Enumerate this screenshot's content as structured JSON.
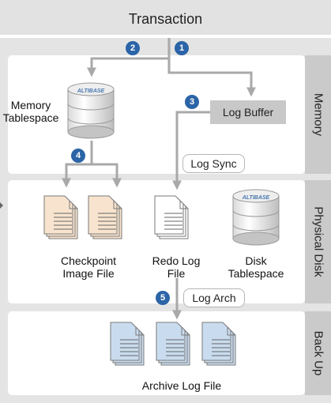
{
  "title": "Transaction",
  "sections": {
    "memory": "Memory",
    "physical_disk": "Physical Disk",
    "back_up": "Back Up"
  },
  "memory_tablespace": "Memory\nTablespace",
  "log_buffer": "Log Buffer",
  "log_sync": "Log Sync",
  "log_arch": "Log Arch",
  "checkpoint_image_file": "Checkpoint\nImage File",
  "redo_log_file": "Redo Log\nFile",
  "disk_tablespace": "Disk\nTablespace",
  "archive_log_file": "Archive Log File",
  "db_brand": "ALTIBASE",
  "steps": [
    "1",
    "2",
    "3",
    "4",
    "5"
  ],
  "colors": {
    "step_badge": "#2b64a7",
    "arrow": "#a9a9a9",
    "checkpoint_page": "#f8e4ce",
    "archive_page": "#c9dcef"
  }
}
